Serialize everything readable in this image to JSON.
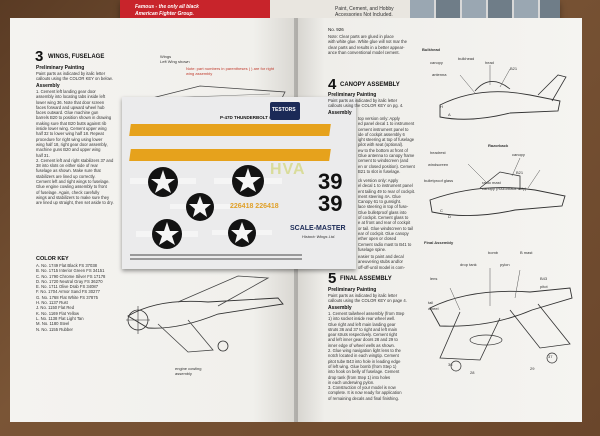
{
  "box": {
    "line1": "Famous - the only all black",
    "line2": "American Fighter Group.",
    "right1": "Paint, Cement, and Hobby",
    "right2": "Accessories Not Included."
  },
  "left_page": {
    "step_number": "3",
    "step_title": "WINGS, FUSELAGE",
    "prelim_title": "Preliminary Painting",
    "prelim_text": [
      "Paint parts as indicated by italic letter",
      "callouts using the COLOR KEY on below."
    ],
    "assembly_title": "Assembly",
    "assembly_text": [
      "1.  Cement left landing gear door",
      "     assembly into locating tabs inside left",
      "     lower wing 36. Note that door screen",
      "     faces forward and upward wheel hub",
      "     faces outward. Glue machine gun",
      "     barrels B20 to position shown in drawing",
      "     making sure that B20 butts against rib",
      "     inside lower wing. Cement upper wing",
      "     half 32 to lower wing half 18. Repeat",
      "     procedure for right wing using lower",
      "     wing half 18, right gear door assembly,",
      "     machine guns B20 and upper wing",
      "     half 31.",
      "2.  Cement left and right stabilizers 37 and",
      "     38 into slots on either side of rear",
      "     fuselage as shown. Make sure that",
      "     stabilizers are lined up correctly.",
      "     Cement left and right wings to fuselage.",
      "     Glue engine cowling assembly to front",
      "     of fuselage. Again, check carefully",
      "     wings and stabilizers to make sure they",
      "     are lined up straight, then set aside to dry."
    ],
    "wing_label": "Wings",
    "wing_label2": "Left Wing shown",
    "note": "Note: part numbers in parentheses ( ) are for right wing assembly",
    "color_key_title": "COLOR KEY",
    "color_key": [
      "A.  No. 1749 Flat Black FS 37038",
      "B.  No. 1715 Interior Green FS 34151",
      "C.  No. 1790 Chrome Silver FS 17178",
      "D.  No. 1720 Neutral Gray FS 36270",
      "E.  No. 1711 Olive Drab FS 34087",
      "F.  No. 1704 Armor Sand FS 30277",
      "G.  No. 1768 Flat White FS 37875",
      "H.  No. 1137 Rust",
      "J.  No. 1150 Flat Red",
      "K.  No. 1169 Flat Yellow",
      "L.  No. 1138 Flat Light Tan",
      "M.  No. 1180 Steel",
      "N.  No. 1155 Rubber"
    ],
    "engine_label": "engine cowling\nassembly"
  },
  "decal_sheet": {
    "title": "P-47D THUNDERBOLT #926",
    "brand": "TESTORS",
    "tail_code": "HVA",
    "serial": "226418  226418",
    "number_top": "39",
    "number_bottom": "39",
    "scale_master": "SCALE-MASTER",
    "scale_sub": "Historic Wings Ltd."
  },
  "right_page": {
    "page_no": "No. 926",
    "intro": [
      "Note: Clear parts are glued in place",
      "with white glue. White glue will not mar the",
      "clear parts and results in a better appear-",
      "ance than conventional model cement."
    ],
    "step4_number": "4",
    "step4_title": "CANOPY ASSEMBLY",
    "step4_prelim": "Preliminary Painting",
    "step4_prelim_text": [
      "Paint parts as indicated by italic letter",
      "callouts using the COLOR KEY on pg. 4."
    ],
    "step4_assembly": "Assembly",
    "step4_text": [
      "top version only: Apply",
      "ed panel decal 1 to instrument",
      "cement instrument panel to",
      "ide of cockpit assembly 6",
      "ight steering at top of fuselage",
      "pilot with seat (optional).",
      "ew to the bottom at front of",
      "Glue antenna to canopy frame",
      "cement to windscreen (and",
      "en or closed position). Cement",
      "B21 to slot in fuselage."
    ],
    "step4_text2": [
      "ck version only: Apply",
      "el decal 1 to instrument panel",
      "ent tailing 49 to rear of cockpit.",
      "ment steering 4A. Glue",
      "Canopy 61 to gunsight.",
      "lace steering in top of fuse-",
      "Glue bulletproof glass into",
      "of cockpit. Cement glass to",
      "e at front and rear of cockpit",
      "or tail. Glue windscreen to tail",
      "ear of cockpit. Glue canopy",
      "ether open or closed",
      "Cement radio mast to B41 to",
      "fuselage spine."
    ],
    "step4_text3": [
      "easier to paint and decal",
      "aneuvering stubs and/or",
      "off-off-until model is com-"
    ],
    "step5_number": "5",
    "step5_title": "FINAL ASSEMBLY",
    "step5_prelim": "Preliminary Painting",
    "step5_prelim_text": [
      "Paint parts as indicated by italic letter",
      "callouts using the COLOR KEY on page 4."
    ],
    "step5_assembly": "Assembly",
    "step5_text": [
      "1.  Cement tailwheel assembly (from Step",
      "     1) into socket inside rear wheel well.",
      "     Glue right and left main landing gear",
      "     struts 36 and 37 to right and left main",
      "     gear struts respectively. Cement right",
      "     and left inner gear doors 28 and 29 to",
      "     inner edge of wheel wells as shown.",
      "2.  Glue wing navigation light lens to the",
      "     notch located in each wingtip. Cement",
      "     pitot tube B43 into hole in leading edge",
      "     of left wing. Glue bomb (from Step 1)",
      "     into hook on belly of fuselage. Cement",
      "     drop tank (from Step 1) into holes",
      "     in each underwing pylon.",
      "3.  Construction of your model is now",
      "     complete. It is now ready for application",
      "     of remaining decals and final finishing."
    ],
    "bulkhead_label": "Bulkhead",
    "labels_top": [
      "canopy",
      "bulkhead",
      "antenna",
      "head",
      "B21",
      "H",
      "A"
    ],
    "labels_mid": [
      "Razorback",
      "headrest",
      "canopy",
      "windscreen",
      "bulletproof glass",
      "radio mast",
      "canopy (Razorback only)",
      "B21",
      "C",
      "D"
    ],
    "final_label": "Final Assembly",
    "labels_bot": [
      "bomb",
      "B mast",
      "drop tank",
      "pylon",
      "lens",
      "B43",
      "pitot",
      "tail",
      "wheel",
      "36",
      "37",
      "28",
      "29"
    ]
  }
}
